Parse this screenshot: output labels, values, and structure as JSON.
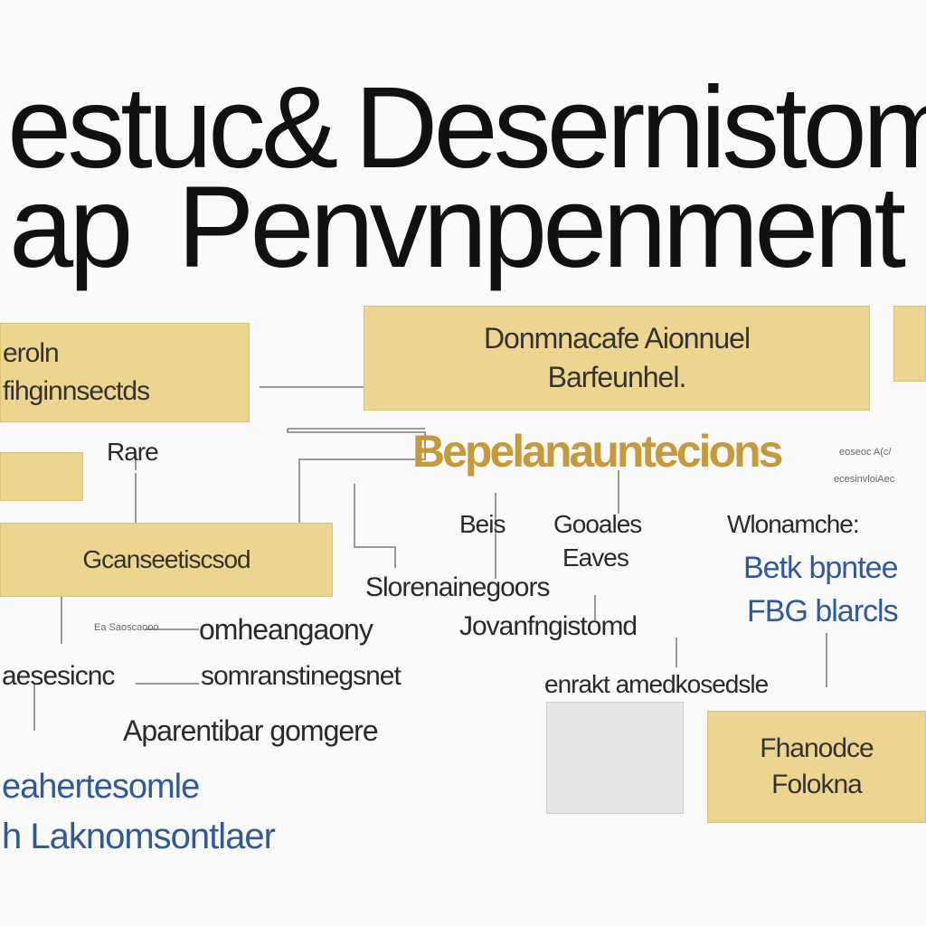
{
  "title": {
    "line1_left": "estuc&",
    "line1_right": "Desernistom",
    "line2_left": "ap",
    "line2_right": "Penvnpenment"
  },
  "boxes": {
    "b1_line1": "eroln",
    "b1_line2": "fihginnsectds",
    "b2_line1": "Donmnacafe Aionnuel",
    "b2_line2": "Barfeunhel.",
    "b4": "Gcanseetiscsod",
    "b5_line1": "Fhanodce",
    "b5_line2": "Folokna"
  },
  "labels": {
    "rare": "Rare",
    "beplanauntecions": "Bepelanauntecions",
    "small1": "eoseoc A(c/",
    "small2": "ecesinvloiAec",
    "beis": "Beis",
    "cooales": "Gooales",
    "caves": "Eaves",
    "wmonamche": "Wlonamche:",
    "betk": "Betk bpntee",
    "fbg": "FBG blarcls",
    "siorem": "Slorenainegoors",
    "omheang": "omheangaony",
    "jovans": "Jovanfngistomd",
    "small3": "Ea Saoscaooo",
    "aesesn": "aesesicnc",
    "somranst": "somranstinegsnet",
    "enrakt": "enrakt amedkosedsle",
    "aparent": "Aparentibar gomgere",
    "eaher": "eahertesomle",
    "lakn": "h Laknomsontlaer"
  }
}
